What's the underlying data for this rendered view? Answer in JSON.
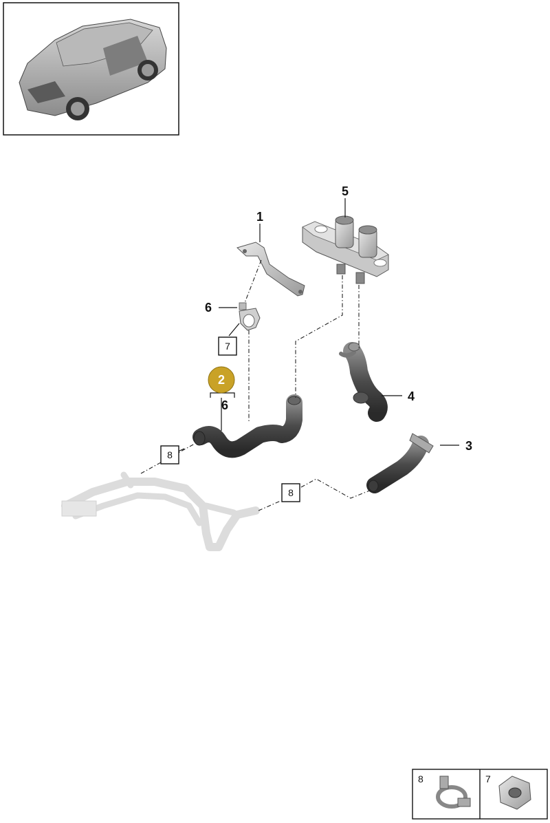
{
  "diagram": {
    "callouts": {
      "c1": "1",
      "c3": "3",
      "c4": "4",
      "c5": "5",
      "c6a": "6",
      "c6b": "6"
    },
    "highlight_label": "2",
    "boxed_labels": {
      "b7": "7",
      "b8a": "8",
      "b8b": "8"
    },
    "legend": {
      "left_num": "8",
      "right_num": "7"
    }
  },
  "colors": {
    "highlight": "#c9a227",
    "hose": "#4f4f4f",
    "ghost": "#dcdcdc"
  }
}
